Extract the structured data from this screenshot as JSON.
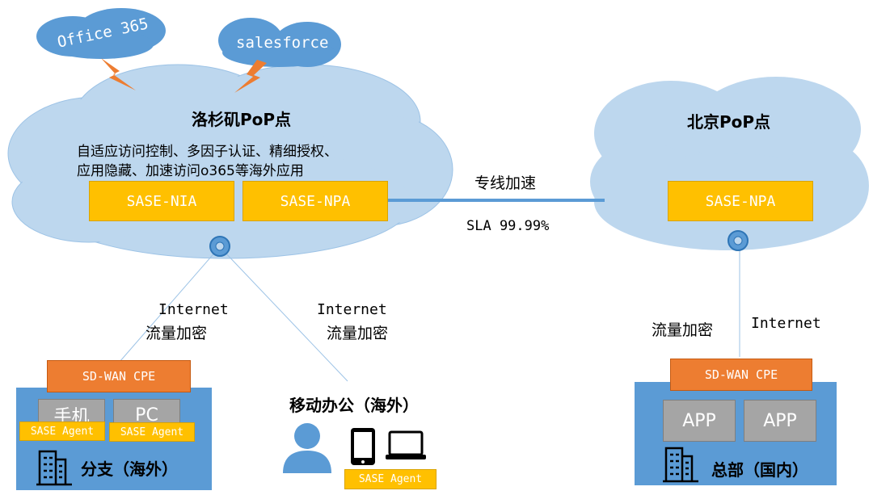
{
  "clouds": {
    "office": "Office 365",
    "salesforce": "salesforce",
    "la": {
      "title": "洛杉矶PoP点",
      "desc_line1": "自适应访问控制、多因子认证、精细授权、",
      "desc_line2": "应用隐藏、加速访问o365等海外应用",
      "nia": "SASE-NIA",
      "npa": "SASE-NPA"
    },
    "bj": {
      "title": "北京PoP点",
      "npa": "SASE-NPA"
    }
  },
  "link": {
    "label": "专线加速",
    "sla": "SLA 99.99%"
  },
  "branch_link": {
    "line1": "Internet",
    "line2": "流量加密"
  },
  "mobile_link": {
    "line1": "Internet",
    "line2": "流量加密"
  },
  "hq_link": {
    "left": "流量加密",
    "right": "Internet"
  },
  "branch": {
    "cpe": "SD-WAN CPE",
    "phone": "手机",
    "pc": "PC",
    "agent1": "SASE Agent",
    "agent2": "SASE Agent",
    "label": "分支（海外）"
  },
  "mobile": {
    "title": "移动办公（海外）",
    "agent": "SASE Agent"
  },
  "hq": {
    "cpe": "SD-WAN CPE",
    "app1": "APP",
    "app2": "APP",
    "label": "总部（国内）"
  },
  "colors": {
    "cloud": "#bdd7ee",
    "accent": "#5b9bd5",
    "yellow": "#ffc000",
    "orange": "#ed7d31"
  }
}
